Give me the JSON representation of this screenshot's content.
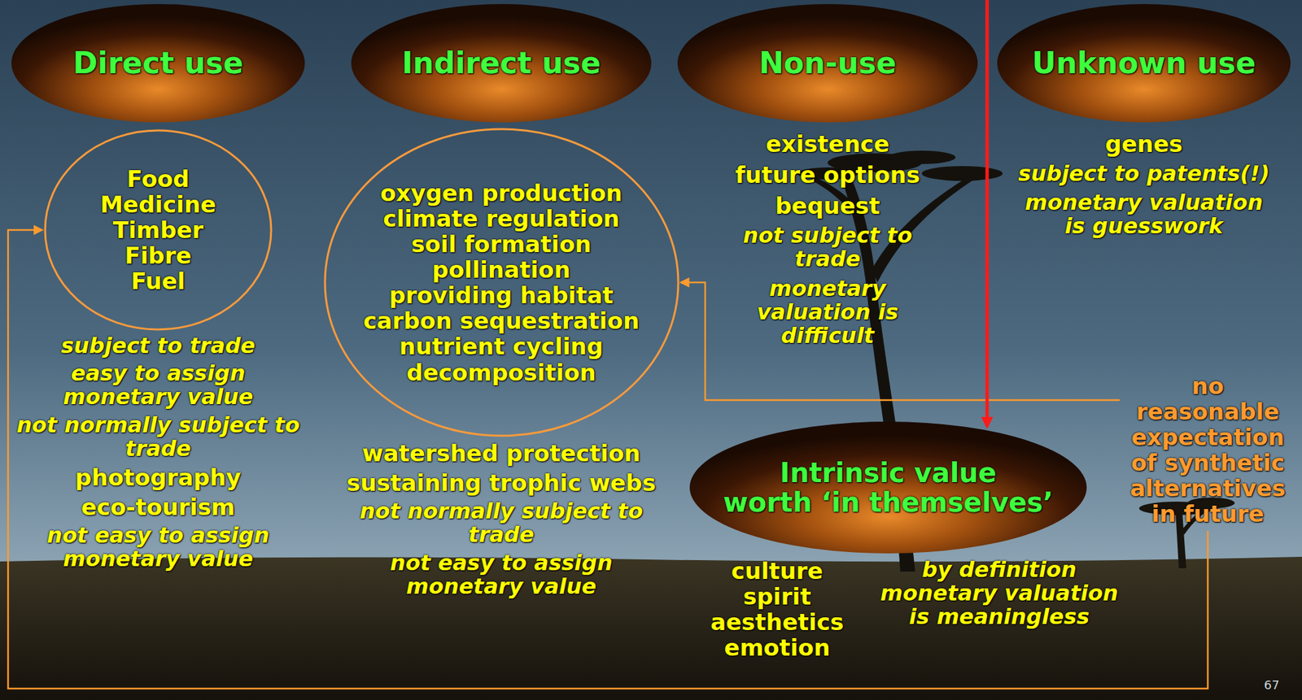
{
  "diagram": {
    "nodes": [
      {
        "text": [
          "Direct use"
        ]
      },
      {
        "text": [
          "Indirect use"
        ]
      },
      {
        "text": [
          "Non-use"
        ]
      },
      {
        "text": [
          "Unknown use"
        ]
      },
      {
        "text": [
          "Food",
          "Medicine",
          "Timber",
          "Fibre",
          "Fuel"
        ]
      },
      {
        "text": [
          "oxygen production",
          "climate regulation",
          "soil formation",
          "pollination",
          "providing habitat",
          "carbon sequestration",
          "nutrient cycling",
          "decomposition"
        ]
      },
      {
        "text": [
          "Intrinsic value",
          "worth ‘in themselves’"
        ]
      }
    ],
    "labels": [
      "subject to trade",
      "easy to assign monetary value",
      "not normally subject to trade",
      "photography",
      "eco-tourism",
      "not easy to assign monetary value",
      "watershed protection",
      "sustaining trophic webs",
      "not normally subject to trade",
      "not easy to assign monetary value",
      "existence",
      "future options",
      "bequest",
      "not subject to trade",
      "monetary valuation is difficult",
      "genes",
      "subject to patents(!)",
      "monetary valuation is guesswork",
      "culture",
      "spirit",
      "aesthetics",
      "emotion",
      "by definition monetary valuation is meaningless",
      "no reasonable expectation of synthetic alternatives in future",
      "67"
    ]
  }
}
